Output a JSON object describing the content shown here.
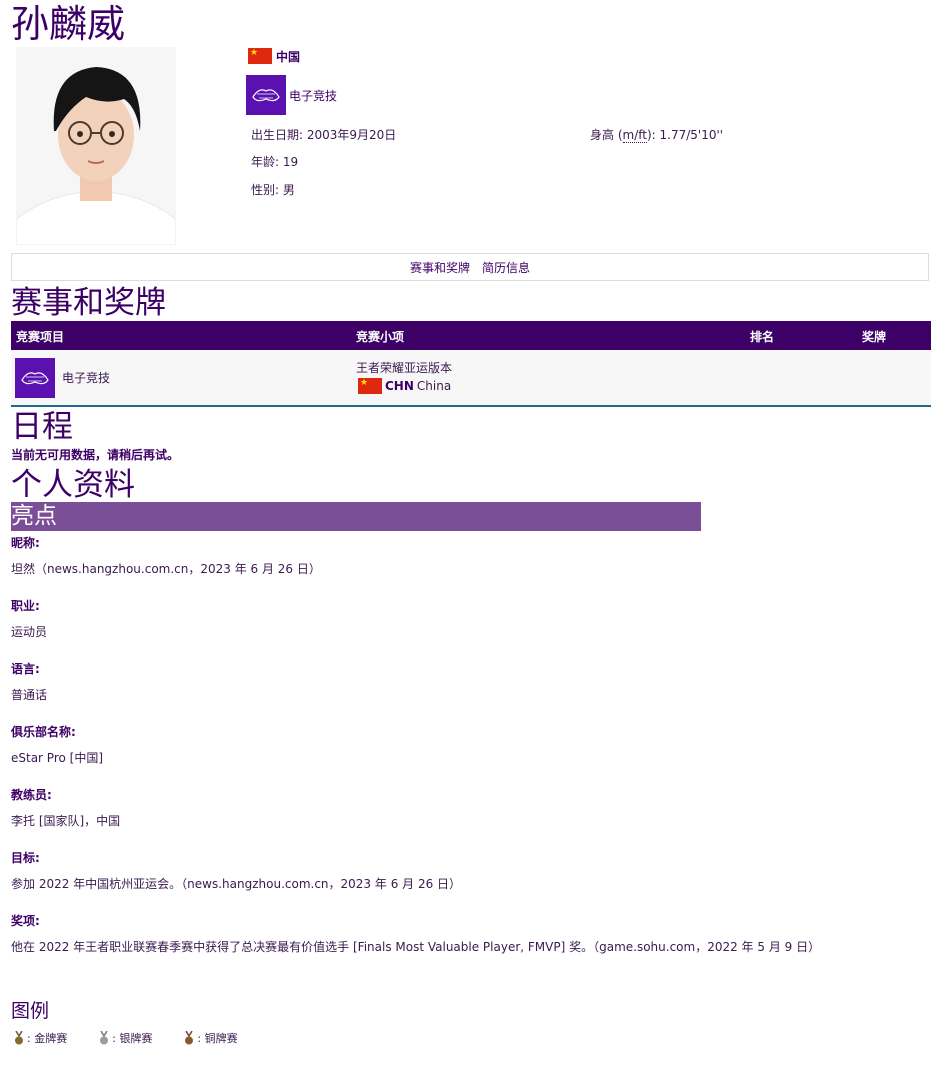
{
  "athlete": {
    "name": "孙麟威",
    "country": "中国",
    "sport": "电子竞技"
  },
  "info": {
    "birth_label": "出生日期: 2003年9月20日",
    "height_prefix": "身高 (",
    "height_unit": "m/ft",
    "height_suffix": "): 1.77/5'10''",
    "age": "年龄: 19",
    "gender": "性别: 男"
  },
  "tabs": [
    "赛事和奖牌",
    "简历信息"
  ],
  "sections": {
    "events": "赛事和奖牌",
    "schedule": "日程",
    "profile": "个人资料",
    "highlight": "亮点",
    "legend": "图例"
  },
  "table": {
    "headers": [
      "竞赛项目",
      "竞赛小项",
      "排名",
      "奖牌"
    ],
    "rows": [
      {
        "sport": "电子竞技",
        "event": "王者荣耀亚运版本",
        "team_code": "CHN",
        "team_name": "China",
        "rank": "",
        "medal": ""
      }
    ]
  },
  "schedule_message": "当前无可用数据，请稍后再试。",
  "profile_fields": [
    {
      "label": "昵称:",
      "value": "坦然（news.hangzhou.com.cn，2023 年 6 月 26 日）"
    },
    {
      "label": "职业:",
      "value": "运动员"
    },
    {
      "label": "语言:",
      "value": "普通话"
    },
    {
      "label": "俱乐部名称:",
      "value": "eStar Pro [中国]"
    },
    {
      "label": "教练员:",
      "value": "李托 [国家队]，中国"
    },
    {
      "label": "目标:",
      "value": "参加 2022 年中国杭州亚运会。（news.hangzhou.com.cn，2023 年 6 月 26 日）"
    },
    {
      "label": "奖项:",
      "value": "他在 2022 年王者职业联赛春季赛中获得了总决赛最有价值选手 [Finals Most Valuable Player, FMVP] 奖。（game.sohu.com，2022 年 5 月 9 日）"
    }
  ],
  "legend_items": [
    {
      "label": ": 金牌赛",
      "color": "#8a6a2a"
    },
    {
      "label": ": 银牌赛",
      "color": "#9c9c9c"
    },
    {
      "label": ": 铜牌赛",
      "color": "#8b5a2b"
    }
  ],
  "colors": {
    "brand": "#3d0066",
    "highlight": "#7b4f97",
    "sport_tile": "#5b11b0",
    "flag_red": "#de2910",
    "flag_yellow": "#ffde00"
  }
}
